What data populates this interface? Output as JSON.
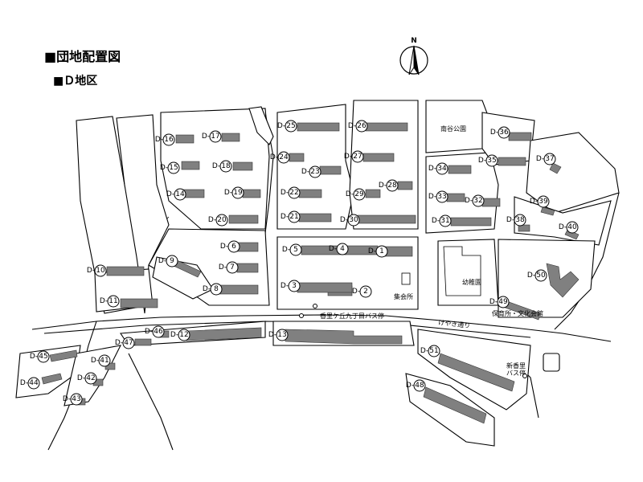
{
  "header": {
    "title": "■団地配置図",
    "subtitle": "■Ｄ地区",
    "north_label": "N"
  },
  "places": {
    "park": "南谷公園",
    "kindergarten": "幼稚園",
    "assembly_hall": "集会所",
    "nursery": "保育所・文化会館",
    "bus_stop_1": "香里ケ丘九丁目バス停",
    "bus_stop_2_line1": "新香里",
    "bus_stop_2_line2": "バス停",
    "street": "けやき通り"
  },
  "building_prefix": "D-",
  "buildings": [
    "1",
    "2",
    "3",
    "4",
    "5",
    "6",
    "7",
    "8",
    "9",
    "10",
    "11",
    "12",
    "13",
    "14",
    "15",
    "16",
    "17",
    "18",
    "19",
    "20",
    "21",
    "22",
    "23",
    "24",
    "25",
    "26",
    "27",
    "28",
    "29",
    "30",
    "31",
    "32",
    "33",
    "34",
    "35",
    "36",
    "37",
    "38",
    "39",
    "40",
    "41",
    "42",
    "43",
    "44",
    "45",
    "46",
    "47",
    "48",
    "49",
    "50",
    "51"
  ]
}
